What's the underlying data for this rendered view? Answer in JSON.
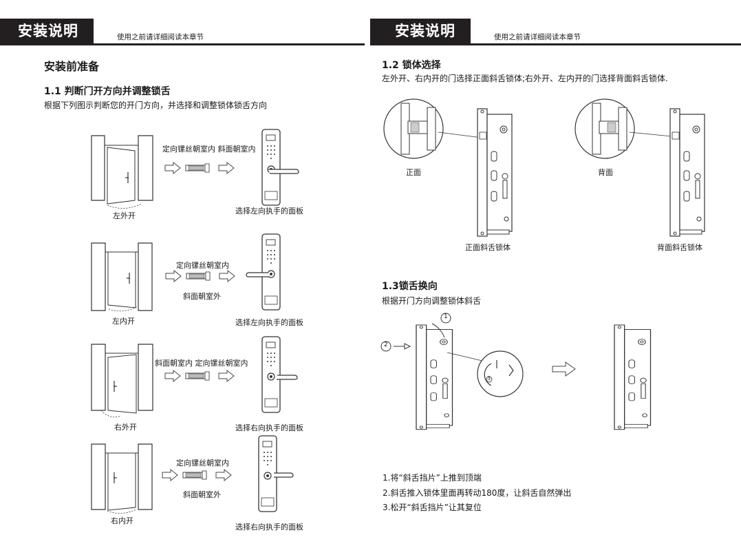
{
  "header": {
    "badge": "安装说明",
    "subtitle": "使用之前请详细阅读本章节"
  },
  "left": {
    "title": "安装前准备",
    "section_title": "1.1 判断门开方向并调整锁舌",
    "section_desc": "根据下列图示判断您的开门方向，并选择和调整锁体锁舌方向",
    "rows": [
      {
        "door": "左外开",
        "note_top": "定向镙丝朝室内 斜面朝室内",
        "note_bottom": "",
        "panel": "选择左向执手的面板"
      },
      {
        "door": "左内开",
        "note_top": "定向镙丝朝室内",
        "note_bottom": "斜面朝室外",
        "panel": "选择左向执手的面板"
      },
      {
        "door": "右外开",
        "note_top": "斜面朝室内 定向镙丝朝室内",
        "note_bottom": "",
        "panel": "选择右向执手的面板"
      },
      {
        "door": "右内开",
        "note_top": "定向镙丝朝室内",
        "note_bottom": "斜面朝室外",
        "panel": "选择右向执手的面板"
      }
    ]
  },
  "right": {
    "sec12_title": "1.2 锁体选择",
    "sec12_desc": "左外开、右内开的门选择正面斜舌锁体;右外开、左内开的门选择背面斜舌锁体.",
    "front_label": "正面",
    "front_lock": "正面斜舌锁体",
    "back_label": "背面",
    "back_lock": "背面斜舌锁体",
    "sec13_title": "1.3锁舌换向",
    "sec13_desc": "根据开门方向调整锁体斜舌",
    "callouts": [
      "1",
      "2",
      "3"
    ],
    "steps": [
      "1.将“斜舌挡片”上推到顶端",
      "2.斜舌推入锁体里面再转动180度，让斜舌自然弹出",
      "3.松开“斜舌挡片”让其复位"
    ]
  }
}
